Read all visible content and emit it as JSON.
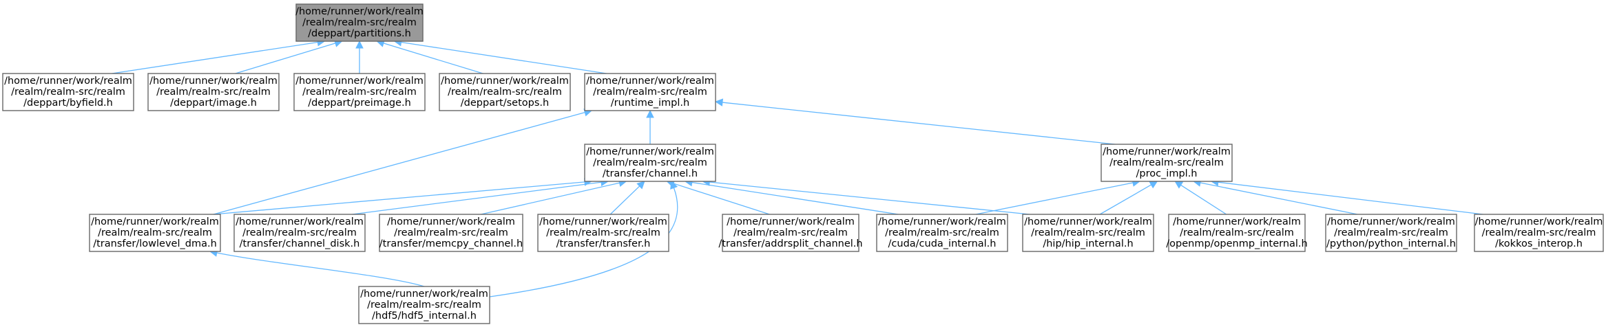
{
  "graph": {
    "colors": {
      "edge": "#63b8ff",
      "root_fill": "#999999",
      "node_border": "#666666"
    },
    "nodes": [
      {
        "id": "partitions",
        "lines": [
          "/home/runner/work/realm",
          "/realm/realm-src/realm",
          "/deppart/partitions.h"
        ],
        "root": true
      },
      {
        "id": "byfield",
        "lines": [
          "/home/runner/work/realm",
          "/realm/realm-src/realm",
          "/deppart/byfield.h"
        ]
      },
      {
        "id": "image",
        "lines": [
          "/home/runner/work/realm",
          "/realm/realm-src/realm",
          "/deppart/image.h"
        ]
      },
      {
        "id": "preimage",
        "lines": [
          "/home/runner/work/realm",
          "/realm/realm-src/realm",
          "/deppart/preimage.h"
        ]
      },
      {
        "id": "setops",
        "lines": [
          "/home/runner/work/realm",
          "/realm/realm-src/realm",
          "/deppart/setops.h"
        ]
      },
      {
        "id": "runtime_impl",
        "lines": [
          "/home/runner/work/realm",
          "/realm/realm-src/realm",
          "/runtime_impl.h"
        ]
      },
      {
        "id": "channel",
        "lines": [
          "/home/runner/work/realm",
          "/realm/realm-src/realm",
          "/transfer/channel.h"
        ]
      },
      {
        "id": "proc_impl",
        "lines": [
          "/home/runner/work/realm",
          "/realm/realm-src/realm",
          "/proc_impl.h"
        ]
      },
      {
        "id": "lowlevel_dma",
        "lines": [
          "/home/runner/work/realm",
          "/realm/realm-src/realm",
          "/transfer/lowlevel_dma.h"
        ]
      },
      {
        "id": "channel_disk",
        "lines": [
          "/home/runner/work/realm",
          "/realm/realm-src/realm",
          "/transfer/channel_disk.h"
        ]
      },
      {
        "id": "memcpy_channel",
        "lines": [
          "/home/runner/work/realm",
          "/realm/realm-src/realm",
          "/transfer/memcpy_channel.h"
        ]
      },
      {
        "id": "transfer",
        "lines": [
          "/home/runner/work/realm",
          "/realm/realm-src/realm",
          "/transfer/transfer.h"
        ]
      },
      {
        "id": "addrsplit_channel",
        "lines": [
          "/home/runner/work/realm",
          "/realm/realm-src/realm",
          "/transfer/addrsplit_channel.h"
        ]
      },
      {
        "id": "cuda_internal",
        "lines": [
          "/home/runner/work/realm",
          "/realm/realm-src/realm",
          "/cuda/cuda_internal.h"
        ]
      },
      {
        "id": "hip_internal",
        "lines": [
          "/home/runner/work/realm",
          "/realm/realm-src/realm",
          "/hip/hip_internal.h"
        ]
      },
      {
        "id": "openmp_internal",
        "lines": [
          "/home/runner/work/realm",
          "/realm/realm-src/realm",
          "/openmp/openmp_internal.h"
        ]
      },
      {
        "id": "python_internal",
        "lines": [
          "/home/runner/work/realm",
          "/realm/realm-src/realm",
          "/python/python_internal.h"
        ]
      },
      {
        "id": "kokkos_interop",
        "lines": [
          "/home/runner/work/realm",
          "/realm/realm-src/realm",
          "/kokkos_interop.h"
        ]
      },
      {
        "id": "hdf5_internal",
        "lines": [
          "/home/runner/work/realm",
          "/realm/realm-src/realm",
          "/hdf5/hdf5_internal.h"
        ]
      }
    ],
    "edges": [
      {
        "from": "byfield",
        "to": "partitions"
      },
      {
        "from": "image",
        "to": "partitions"
      },
      {
        "from": "preimage",
        "to": "partitions"
      },
      {
        "from": "setops",
        "to": "partitions"
      },
      {
        "from": "runtime_impl",
        "to": "partitions"
      },
      {
        "from": "channel",
        "to": "runtime_impl"
      },
      {
        "from": "proc_impl",
        "to": "runtime_impl"
      },
      {
        "from": "lowlevel_dma",
        "to": "runtime_impl"
      },
      {
        "from": "lowlevel_dma",
        "to": "channel"
      },
      {
        "from": "channel_disk",
        "to": "channel"
      },
      {
        "from": "memcpy_channel",
        "to": "channel"
      },
      {
        "from": "transfer",
        "to": "channel"
      },
      {
        "from": "addrsplit_channel",
        "to": "channel"
      },
      {
        "from": "cuda_internal",
        "to": "channel"
      },
      {
        "from": "hip_internal",
        "to": "channel"
      },
      {
        "from": "hdf5_internal",
        "to": "channel"
      },
      {
        "from": "cuda_internal",
        "to": "proc_impl"
      },
      {
        "from": "hip_internal",
        "to": "proc_impl"
      },
      {
        "from": "openmp_internal",
        "to": "proc_impl"
      },
      {
        "from": "python_internal",
        "to": "proc_impl"
      },
      {
        "from": "kokkos_interop",
        "to": "proc_impl"
      },
      {
        "from": "hdf5_internal",
        "to": "lowlevel_dma"
      }
    ]
  }
}
